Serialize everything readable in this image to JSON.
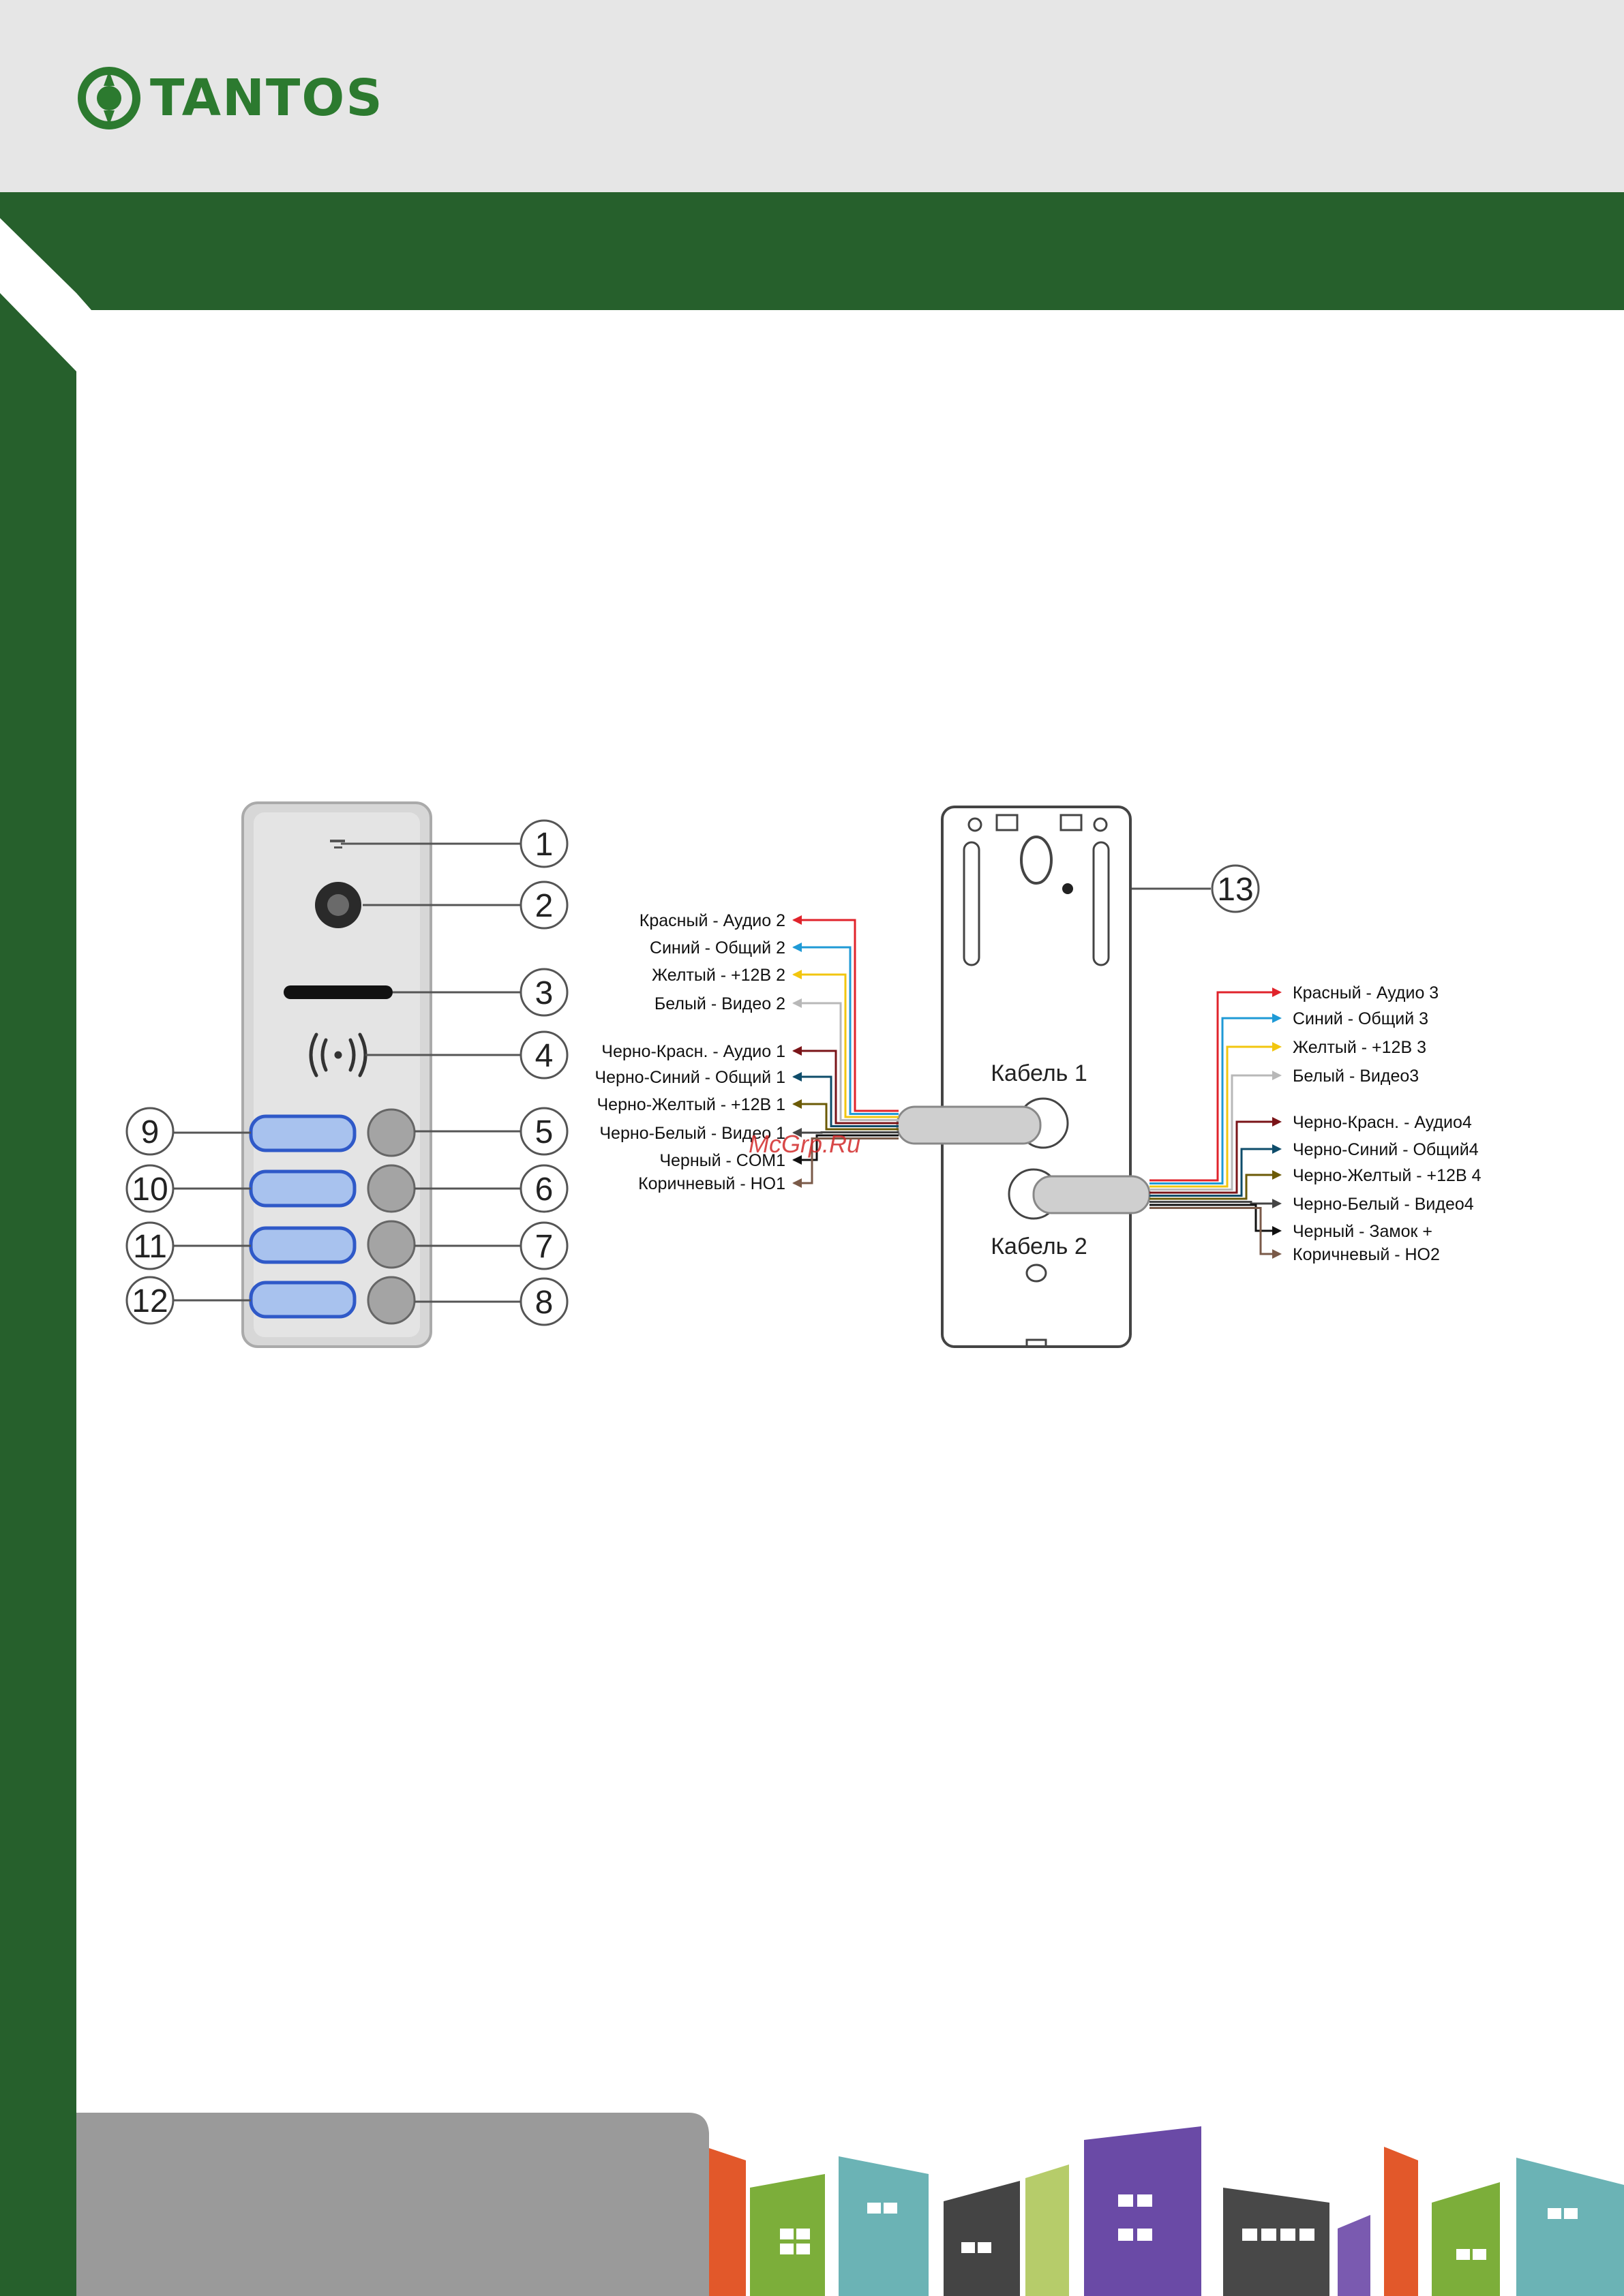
{
  "brand": {
    "name": "TANTOS"
  },
  "panel_callouts": [
    "1",
    "2",
    "3",
    "4",
    "5",
    "6",
    "7",
    "8",
    "9",
    "10",
    "11",
    "12"
  ],
  "back_callout": "13",
  "cable1_label": "Кабель 1",
  "cable2_label": "Кабель 2",
  "cable2_wires": [
    {
      "label": "Красный - Аудио 2",
      "color": "#e0232b"
    },
    {
      "label": "Синий - Общий 2",
      "color": "#1f9ad6"
    },
    {
      "label": "Желтый - +12В  2",
      "color": "#f2c60f"
    },
    {
      "label": "Белый - Видео 2",
      "color": "#b8b8b8"
    },
    {
      "label": "Черно-Красн. - Аудио 1",
      "color": "#7a1418"
    },
    {
      "label": "Черно-Синий - Общий 1",
      "color": "#0e4c6a"
    },
    {
      "label": "Черно-Желтый - +12В  1",
      "color": "#6b5a06"
    },
    {
      "label": "Черно-Белый - Видео 1",
      "color": "#444444"
    },
    {
      "label": "Черный - COM1",
      "color": "#111111"
    },
    {
      "label": "Коричневый - НО1",
      "color": "#7a5a48"
    }
  ],
  "cable1_wires": [
    {
      "label": "Красный - Аудио 3",
      "color": "#e0232b"
    },
    {
      "label": "Синий - Общий 3",
      "color": "#1f9ad6"
    },
    {
      "label": "Желтый - +12В 3",
      "color": "#f2c60f"
    },
    {
      "label": "Белый - Видео3",
      "color": "#b8b8b8"
    },
    {
      "label": "Черно-Красн. - Аудио4",
      "color": "#7a1418"
    },
    {
      "label": "Черно-Синий - Общий4",
      "color": "#0e4c6a"
    },
    {
      "label": "Черно-Желтый - +12В 4",
      "color": "#6b5a06"
    },
    {
      "label": "Черно-Белый - Видео4",
      "color": "#444444"
    },
    {
      "label": "Черный - Замок +",
      "color": "#111111"
    },
    {
      "label": "Коричневый - НО2",
      "color": "#7a5a48"
    }
  ],
  "watermark": "McGrp.Ru",
  "colors": {
    "brand_green": "#2c7a2f",
    "frame_green": "#26602c",
    "header_gray": "#e6e6e6"
  }
}
